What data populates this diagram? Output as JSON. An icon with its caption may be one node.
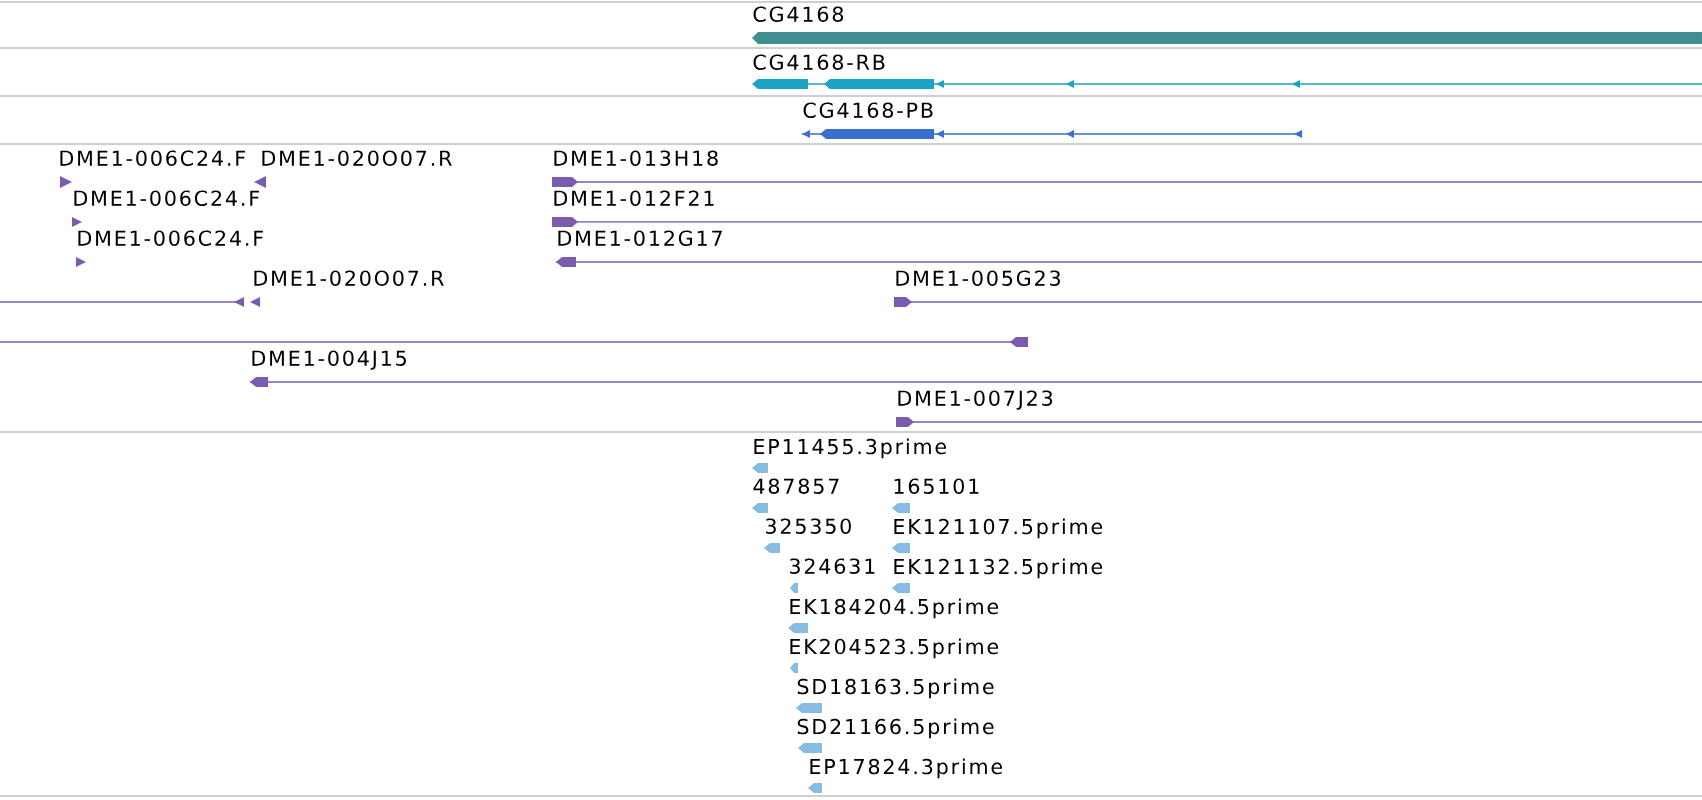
{
  "diagram": {
    "nodes": [
      {
        "text": [
          "CG4168"
        ]
      },
      {
        "text": [
          "CG4168-RB"
        ]
      },
      {
        "text": [
          "CG4168-PB"
        ]
      },
      {
        "text": [
          "DME1-006C24.F"
        ]
      },
      {
        "text": [
          "DME1-020O07.R"
        ]
      },
      {
        "text": [
          "DME1-006C24.F"
        ]
      },
      {
        "text": [
          "DME1-006C24.F"
        ]
      },
      {
        "text": [
          "DME1-020O07.R"
        ]
      },
      {
        "text": [
          "DME1-013H18"
        ]
      },
      {
        "text": [
          "DME1-012F21"
        ]
      },
      {
        "text": [
          "DME1-012G17"
        ]
      },
      {
        "text": [
          "DME1-005G23"
        ]
      },
      {
        "text": [],
        "shape": "bar"
      },
      {
        "text": [
          "DME1-004J15"
        ]
      },
      {
        "text": [
          "DME1-007J23"
        ]
      },
      {
        "text": [
          "EP11455.3prime"
        ]
      },
      {
        "text": [
          "487857"
        ]
      },
      {
        "text": [
          "165101"
        ]
      },
      {
        "text": [
          "325350"
        ]
      },
      {
        "text": [
          "EK121107.5prime"
        ]
      },
      {
        "text": [
          "324631"
        ]
      },
      {
        "text": [
          "EK121132.5prime"
        ]
      },
      {
        "text": [
          "EK184204.5prime"
        ]
      },
      {
        "text": [
          "EK204523.5prime"
        ]
      },
      {
        "text": [
          "SD18163.5prime"
        ]
      },
      {
        "text": [
          "SD21166.5prime"
        ]
      },
      {
        "text": [
          "EP17824.3prime"
        ]
      }
    ]
  }
}
